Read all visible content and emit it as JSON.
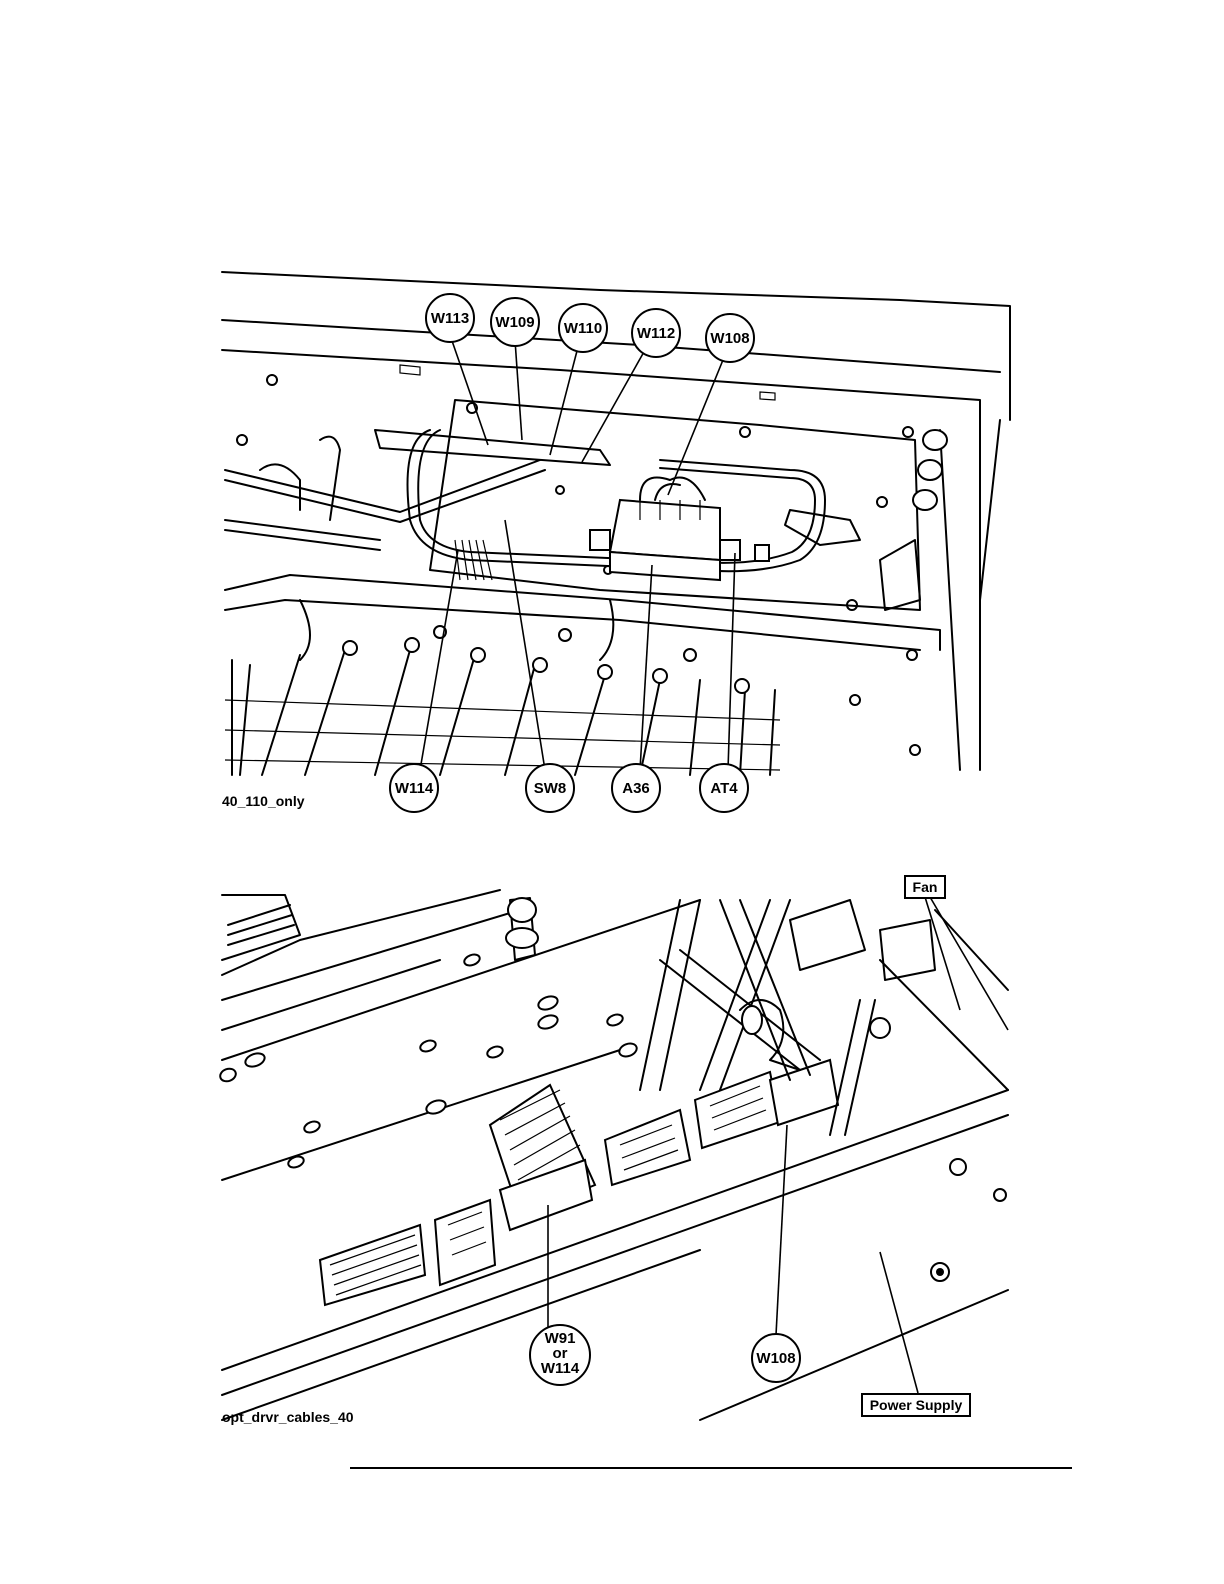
{
  "figure1": {
    "caption": "40_110_only",
    "callouts": {
      "w113": "W113",
      "w109": "W109",
      "w110": "W110",
      "w112": "W112",
      "w108": "W108",
      "w114": "W114",
      "sw8": "SW8",
      "a36": "A36",
      "at4": "AT4"
    }
  },
  "figure2": {
    "caption": "opt_drvr_cables_40",
    "callouts": {
      "w91_line1": "W91",
      "w91_line2": "or",
      "w91_line3": "W114",
      "w108": "W108"
    },
    "labels": {
      "fan": "Fan",
      "power_supply": "Power Supply"
    }
  }
}
